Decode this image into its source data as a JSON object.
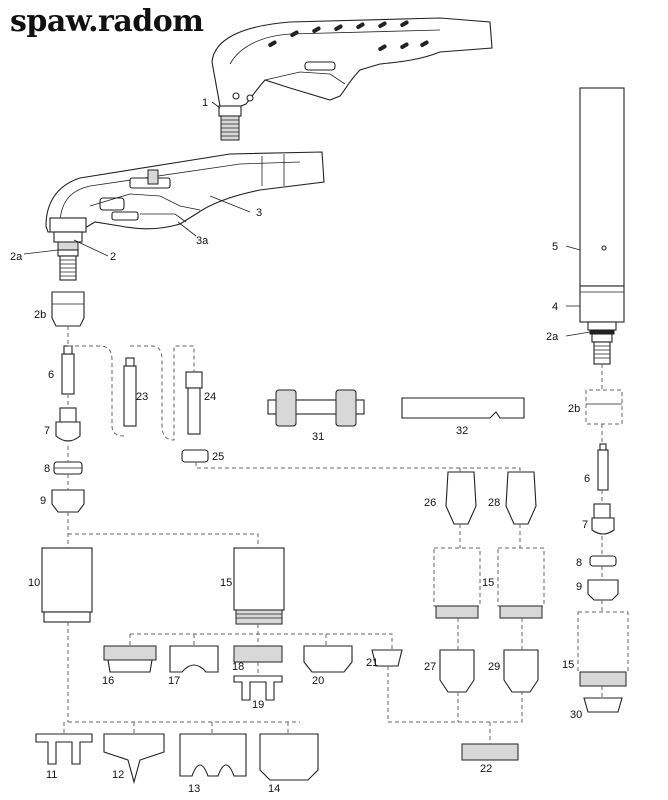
{
  "brand": "spaw.radom",
  "labels": {
    "l1": "1",
    "l2": "2",
    "l2a_left": "2a",
    "l2b_left": "2b",
    "l3": "3",
    "l3a": "3a",
    "l4": "4",
    "l5": "5",
    "l2a_right": "2a",
    "l2b_right": "2b",
    "l6_left": "6",
    "l7_left": "7",
    "l8_left": "8",
    "l9_left": "9",
    "l10": "10",
    "l11": "11",
    "l12": "12",
    "l13": "13",
    "l14": "14",
    "l15_center": "15",
    "l15_mid": "15",
    "l15_right": "15",
    "l16": "16",
    "l17": "17",
    "l18": "18",
    "l19": "19",
    "l20": "20",
    "l21": "21",
    "l22": "22",
    "l23": "23",
    "l24": "24",
    "l25": "25",
    "l26": "26",
    "l27": "27",
    "l28": "28",
    "l29": "29",
    "l30": "30",
    "l31": "31",
    "l32": "32",
    "l6_right": "6",
    "l7_right": "7",
    "l8_right": "8",
    "l9_right": "9"
  }
}
